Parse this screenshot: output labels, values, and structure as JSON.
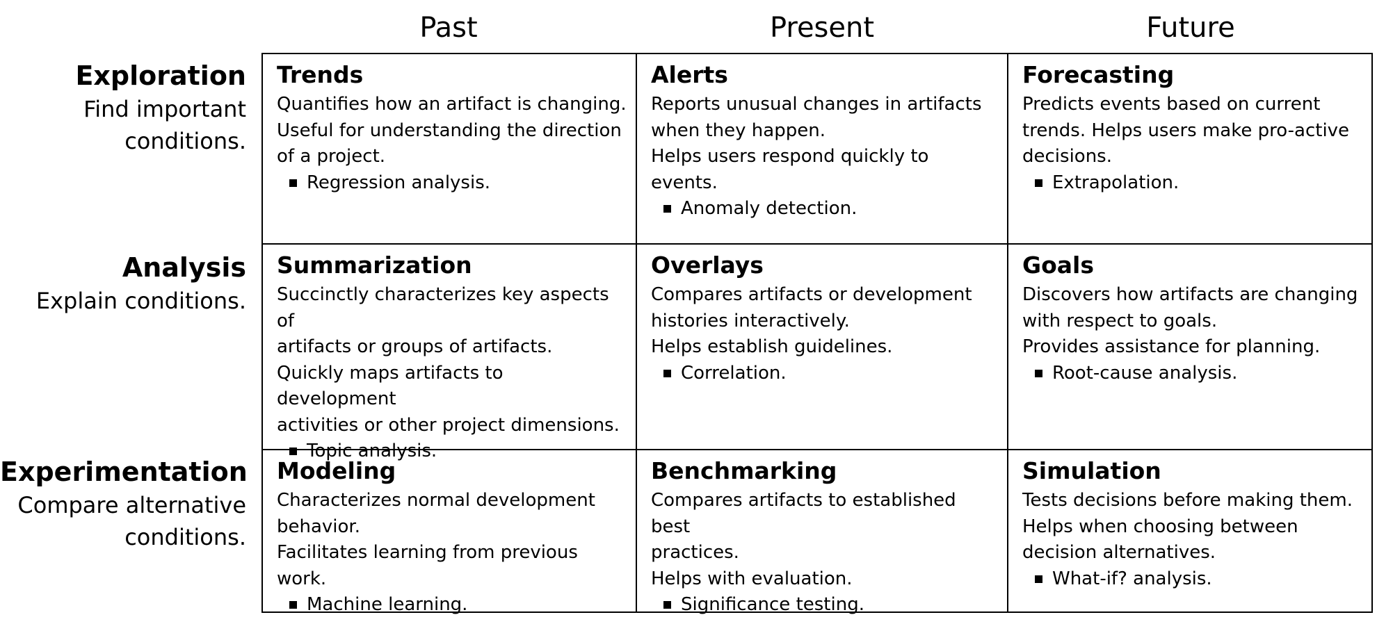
{
  "columns": [
    "Past",
    "Present",
    "Future"
  ],
  "rows": [
    {
      "title": "Exploration",
      "subtitle_lines": [
        "Find important",
        "conditions."
      ]
    },
    {
      "title": "Analysis",
      "subtitle_lines": [
        "Explain conditions."
      ]
    },
    {
      "title": "Experimentation",
      "subtitle_lines": [
        "Compare alternative",
        "conditions."
      ]
    }
  ],
  "cells": [
    [
      {
        "title": "Trends",
        "lines": [
          "Quantifies how an artifact is changing.",
          "Useful for understanding the direction",
          "of a project."
        ],
        "bullet": "Regression analysis."
      },
      {
        "title": "Alerts",
        "lines": [
          "Reports unusual changes in artifacts",
          "when they happen.",
          "Helps users respond quickly to events."
        ],
        "bullet": "Anomaly detection."
      },
      {
        "title": "Forecasting",
        "lines": [
          "Predicts events based on current",
          "trends.  Helps users make pro-active",
          "decisions."
        ],
        "bullet": "Extrapolation."
      }
    ],
    [
      {
        "title": "Summarization",
        "lines": [
          "Succinctly characterizes key aspects of",
          "artifacts or groups of artifacts.",
          "Quickly maps artifacts to development",
          "activities or other project dimensions."
        ],
        "bullet": "Topic analysis."
      },
      {
        "title": "Overlays",
        "lines": [
          "Compares artifacts or development",
          "histories interactively.",
          "Helps establish guidelines."
        ],
        "bullet": "Correlation."
      },
      {
        "title": "Goals",
        "lines": [
          "Discovers how artifacts are changing",
          "with respect to goals.",
          "Provides assistance for planning."
        ],
        "bullet": "Root-cause analysis."
      }
    ],
    [
      {
        "title": "Modeling",
        "lines": [
          "Characterizes normal development",
          "behavior.",
          "Facilitates learning from previous work."
        ],
        "bullet": "Machine learning."
      },
      {
        "title": "Benchmarking",
        "lines": [
          "Compares artifacts to established best",
          "practices.",
          "Helps with evaluation."
        ],
        "bullet": "Significance testing."
      },
      {
        "title": "Simulation",
        "lines": [
          "Tests decisions before making them.",
          "Helps when choosing between",
          "decision alternatives."
        ],
        "bullet": "What-if? analysis."
      }
    ]
  ]
}
